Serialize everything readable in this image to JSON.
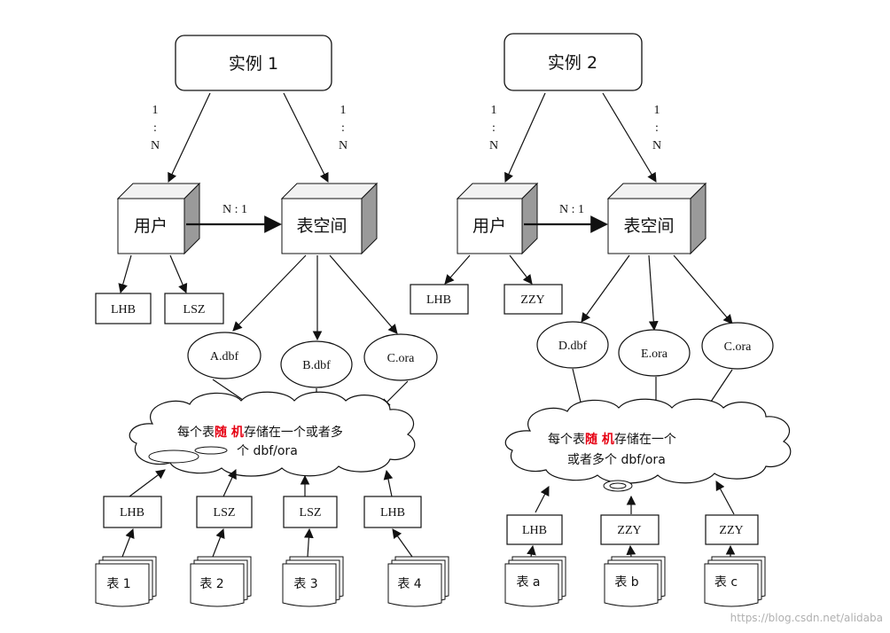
{
  "left": {
    "instance": "实例 1",
    "card_user_1": "1",
    "card_user_2": ":",
    "card_user_3": "N",
    "card_ts_1": "1",
    "card_ts_2": ":",
    "card_ts_3": "N",
    "user": "用户",
    "tablespace": "表空间",
    "n1": "N : 1",
    "user_names": [
      "LHB",
      "LSZ"
    ],
    "files": [
      "A.dbf",
      "B.dbf",
      "C.ora"
    ],
    "cloud_pre": "每个表",
    "cloud_red": "随 机",
    "cloud_post": "存储在一个或者多",
    "cloud_line2": "个 dbf/ora",
    "owners": [
      "LHB",
      "LSZ",
      "LSZ",
      "LHB"
    ],
    "tables": [
      "表 1",
      "表 2",
      "表 3",
      "表 4"
    ]
  },
  "right": {
    "instance": "实例 2",
    "card_user_1": "1",
    "card_user_2": ":",
    "card_user_3": "N",
    "card_ts_1": "1",
    "card_ts_2": ":",
    "card_ts_3": "N",
    "user": "用户",
    "tablespace": "表空间",
    "n1": "N : 1",
    "user_names": [
      "LHB",
      "ZZY"
    ],
    "files": [
      "D.dbf",
      "E.ora",
      "C.ora"
    ],
    "cloud_pre": "每个表",
    "cloud_red": "随 机",
    "cloud_post": "存储在一个",
    "cloud_line2": "或者多个 dbf/ora",
    "owners": [
      "LHB",
      "ZZY",
      "ZZY"
    ],
    "tables": [
      "表 a",
      "表 b",
      "表 c"
    ]
  },
  "watermark": "https://blog.csdn.net/alidaba"
}
